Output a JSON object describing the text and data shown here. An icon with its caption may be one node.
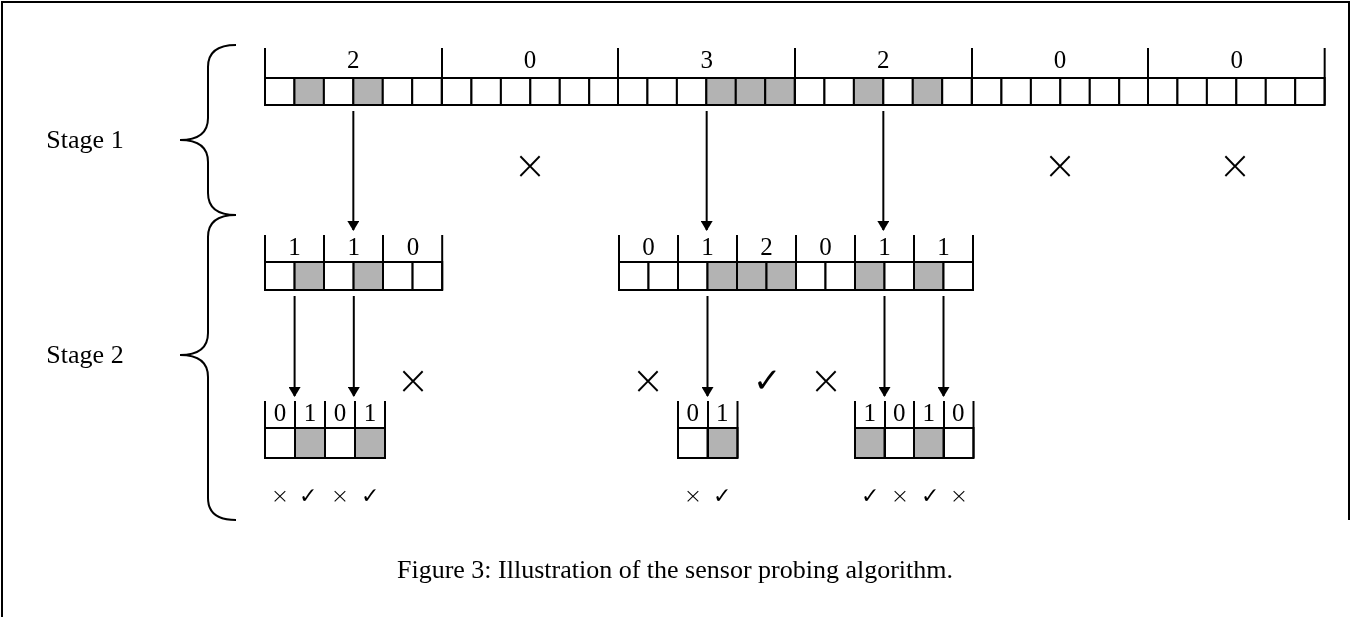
{
  "diagram": {
    "caption": "Figure 3: Illustration of the sensor probing algorithm.",
    "nodes": [
      {
        "text": [],
        "shape": "bar"
      },
      {
        "text": [
          "2"
        ],
        "in": 0
      },
      {
        "text": [
          "0"
        ],
        "in": 0
      },
      {
        "text": [
          "3"
        ],
        "in": 0
      },
      {
        "text": [
          "2"
        ],
        "in": 0
      },
      {
        "text": [
          "0"
        ],
        "in": 0
      },
      {
        "text": [
          "0"
        ],
        "in": 0
      },
      {
        "text": [],
        "shape": "bar"
      },
      {
        "text": [
          "1"
        ],
        "in": 7
      },
      {
        "text": [
          "1"
        ],
        "in": 7
      },
      {
        "text": [
          "0"
        ],
        "in": 7
      },
      {
        "text": [],
        "shape": "bar"
      },
      {
        "text": [
          "0"
        ],
        "in": 11
      },
      {
        "text": [
          "1"
        ],
        "in": 11
      },
      {
        "text": [
          "2"
        ],
        "in": 11
      },
      {
        "text": [
          "0"
        ],
        "in": 11
      },
      {
        "text": [
          "1"
        ],
        "in": 11
      },
      {
        "text": [
          "1"
        ],
        "in": 11
      },
      {
        "text": [],
        "shape": "bar"
      },
      {
        "text": [
          "0"
        ],
        "in": 18
      },
      {
        "text": [
          "1"
        ],
        "in": 18
      },
      {
        "text": [
          "0"
        ],
        "in": 18
      },
      {
        "text": [
          "1"
        ],
        "in": 18
      },
      {
        "text": [],
        "shape": "bar"
      },
      {
        "text": [
          "0"
        ],
        "in": 23
      },
      {
        "text": [
          "1"
        ],
        "in": 23
      },
      {
        "text": [],
        "shape": "bar"
      },
      {
        "text": [
          "1"
        ],
        "in": 26
      },
      {
        "text": [
          "0"
        ],
        "in": 26
      },
      {
        "text": [
          "1"
        ],
        "in": 26
      },
      {
        "text": [
          "0"
        ],
        "in": 26
      }
    ],
    "edges": [
      {
        "from": 1,
        "to": 7,
        "arrow": "to"
      },
      {
        "from": 3,
        "to": 11,
        "arrow": "to"
      },
      {
        "from": 4,
        "to": 11,
        "arrow": "to"
      },
      {
        "from": 8,
        "to": 18,
        "arrow": "to"
      },
      {
        "from": 9,
        "to": 18,
        "arrow": "to"
      },
      {
        "from": 13,
        "to": 23,
        "arrow": "to"
      },
      {
        "from": 16,
        "to": 26,
        "arrow": "to"
      },
      {
        "from": 17,
        "to": 26,
        "arrow": "to"
      }
    ],
    "labels": [
      "Stage 1",
      "×",
      "×",
      "×",
      "Stage 2",
      "×",
      "×",
      "✓",
      "×",
      "×",
      "✓",
      "×",
      "✓",
      "×",
      "✓",
      "✓",
      "×",
      "✓",
      "×"
    ]
  }
}
